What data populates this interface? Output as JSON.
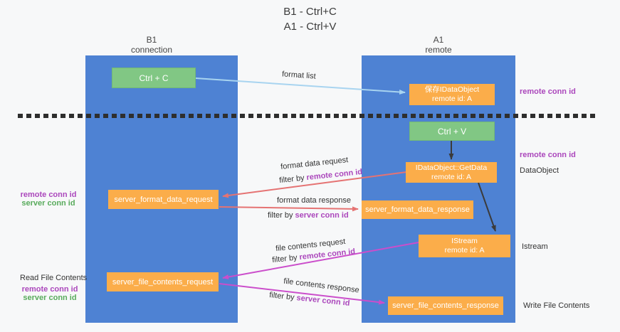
{
  "colors": {
    "lane_blue": "#4e82d3",
    "node_green": "#81c784",
    "node_orange": "#fbad4a",
    "arrow_light_blue": "#a8d4f0",
    "arrow_red": "#e57373",
    "arrow_magenta": "#cb4ecb",
    "arrow_black": "#3b3b3b",
    "text_purple": "#ab47bc",
    "text_green": "#58ab5c",
    "background": "#f7f8f9"
  },
  "title": {
    "line1": "B1 - Ctrl+C",
    "line2": "A1 - Ctrl+V"
  },
  "lanes": {
    "left": {
      "name_line1": "B1",
      "name_line2": "connection"
    },
    "right": {
      "name_line1": "A1",
      "name_line2": "remote"
    }
  },
  "nodes": {
    "ctrl_c": {
      "label": "Ctrl + C"
    },
    "ctrl_v": {
      "label": "Ctrl + V"
    },
    "save_dataobject": {
      "line1": "保存IDataObject",
      "line2": "remote id: A"
    },
    "getdata": {
      "line1": "IDataObject::GetData",
      "line2": "remote id: A"
    },
    "istream": {
      "line1": "IStream",
      "line2": "remote id: A"
    },
    "server_format_data_request": {
      "label": "server_format_data_request"
    },
    "server_format_data_response": {
      "label": "server_format_data_response"
    },
    "server_file_contents_request": {
      "label": "server_file_contents_request"
    },
    "server_file_contents_response": {
      "label": "server_file_contents_response"
    }
  },
  "annotations": {
    "right": {
      "remote_conn_id_top": "remote conn id",
      "remote_conn_id_mid": "remote conn id",
      "dataobject": "DataObject",
      "istream": "Istream",
      "write_file_contents": "Write File Contents"
    },
    "left": {
      "remote_conn_id_1": "remote conn id",
      "server_conn_id_1": "server conn id",
      "read_file_contents": "Read File Contents",
      "remote_conn_id_2": "remote conn id",
      "server_conn_id_2": "server conn id"
    }
  },
  "flows": {
    "format_list": {
      "label": "format list"
    },
    "format_data_request": {
      "label": "format data request",
      "filter_prefix": "filter by",
      "filter_term": "remote conn id"
    },
    "format_data_response": {
      "label": "format data response",
      "filter_prefix": "filter by",
      "filter_term": "server conn id"
    },
    "file_contents_request": {
      "label": "file contents request",
      "filter_prefix": "filter by",
      "filter_term": "remote conn id"
    },
    "file_contents_response": {
      "label": "file contents response",
      "filter_prefix": "filter by",
      "filter_term": "server conn id"
    }
  }
}
